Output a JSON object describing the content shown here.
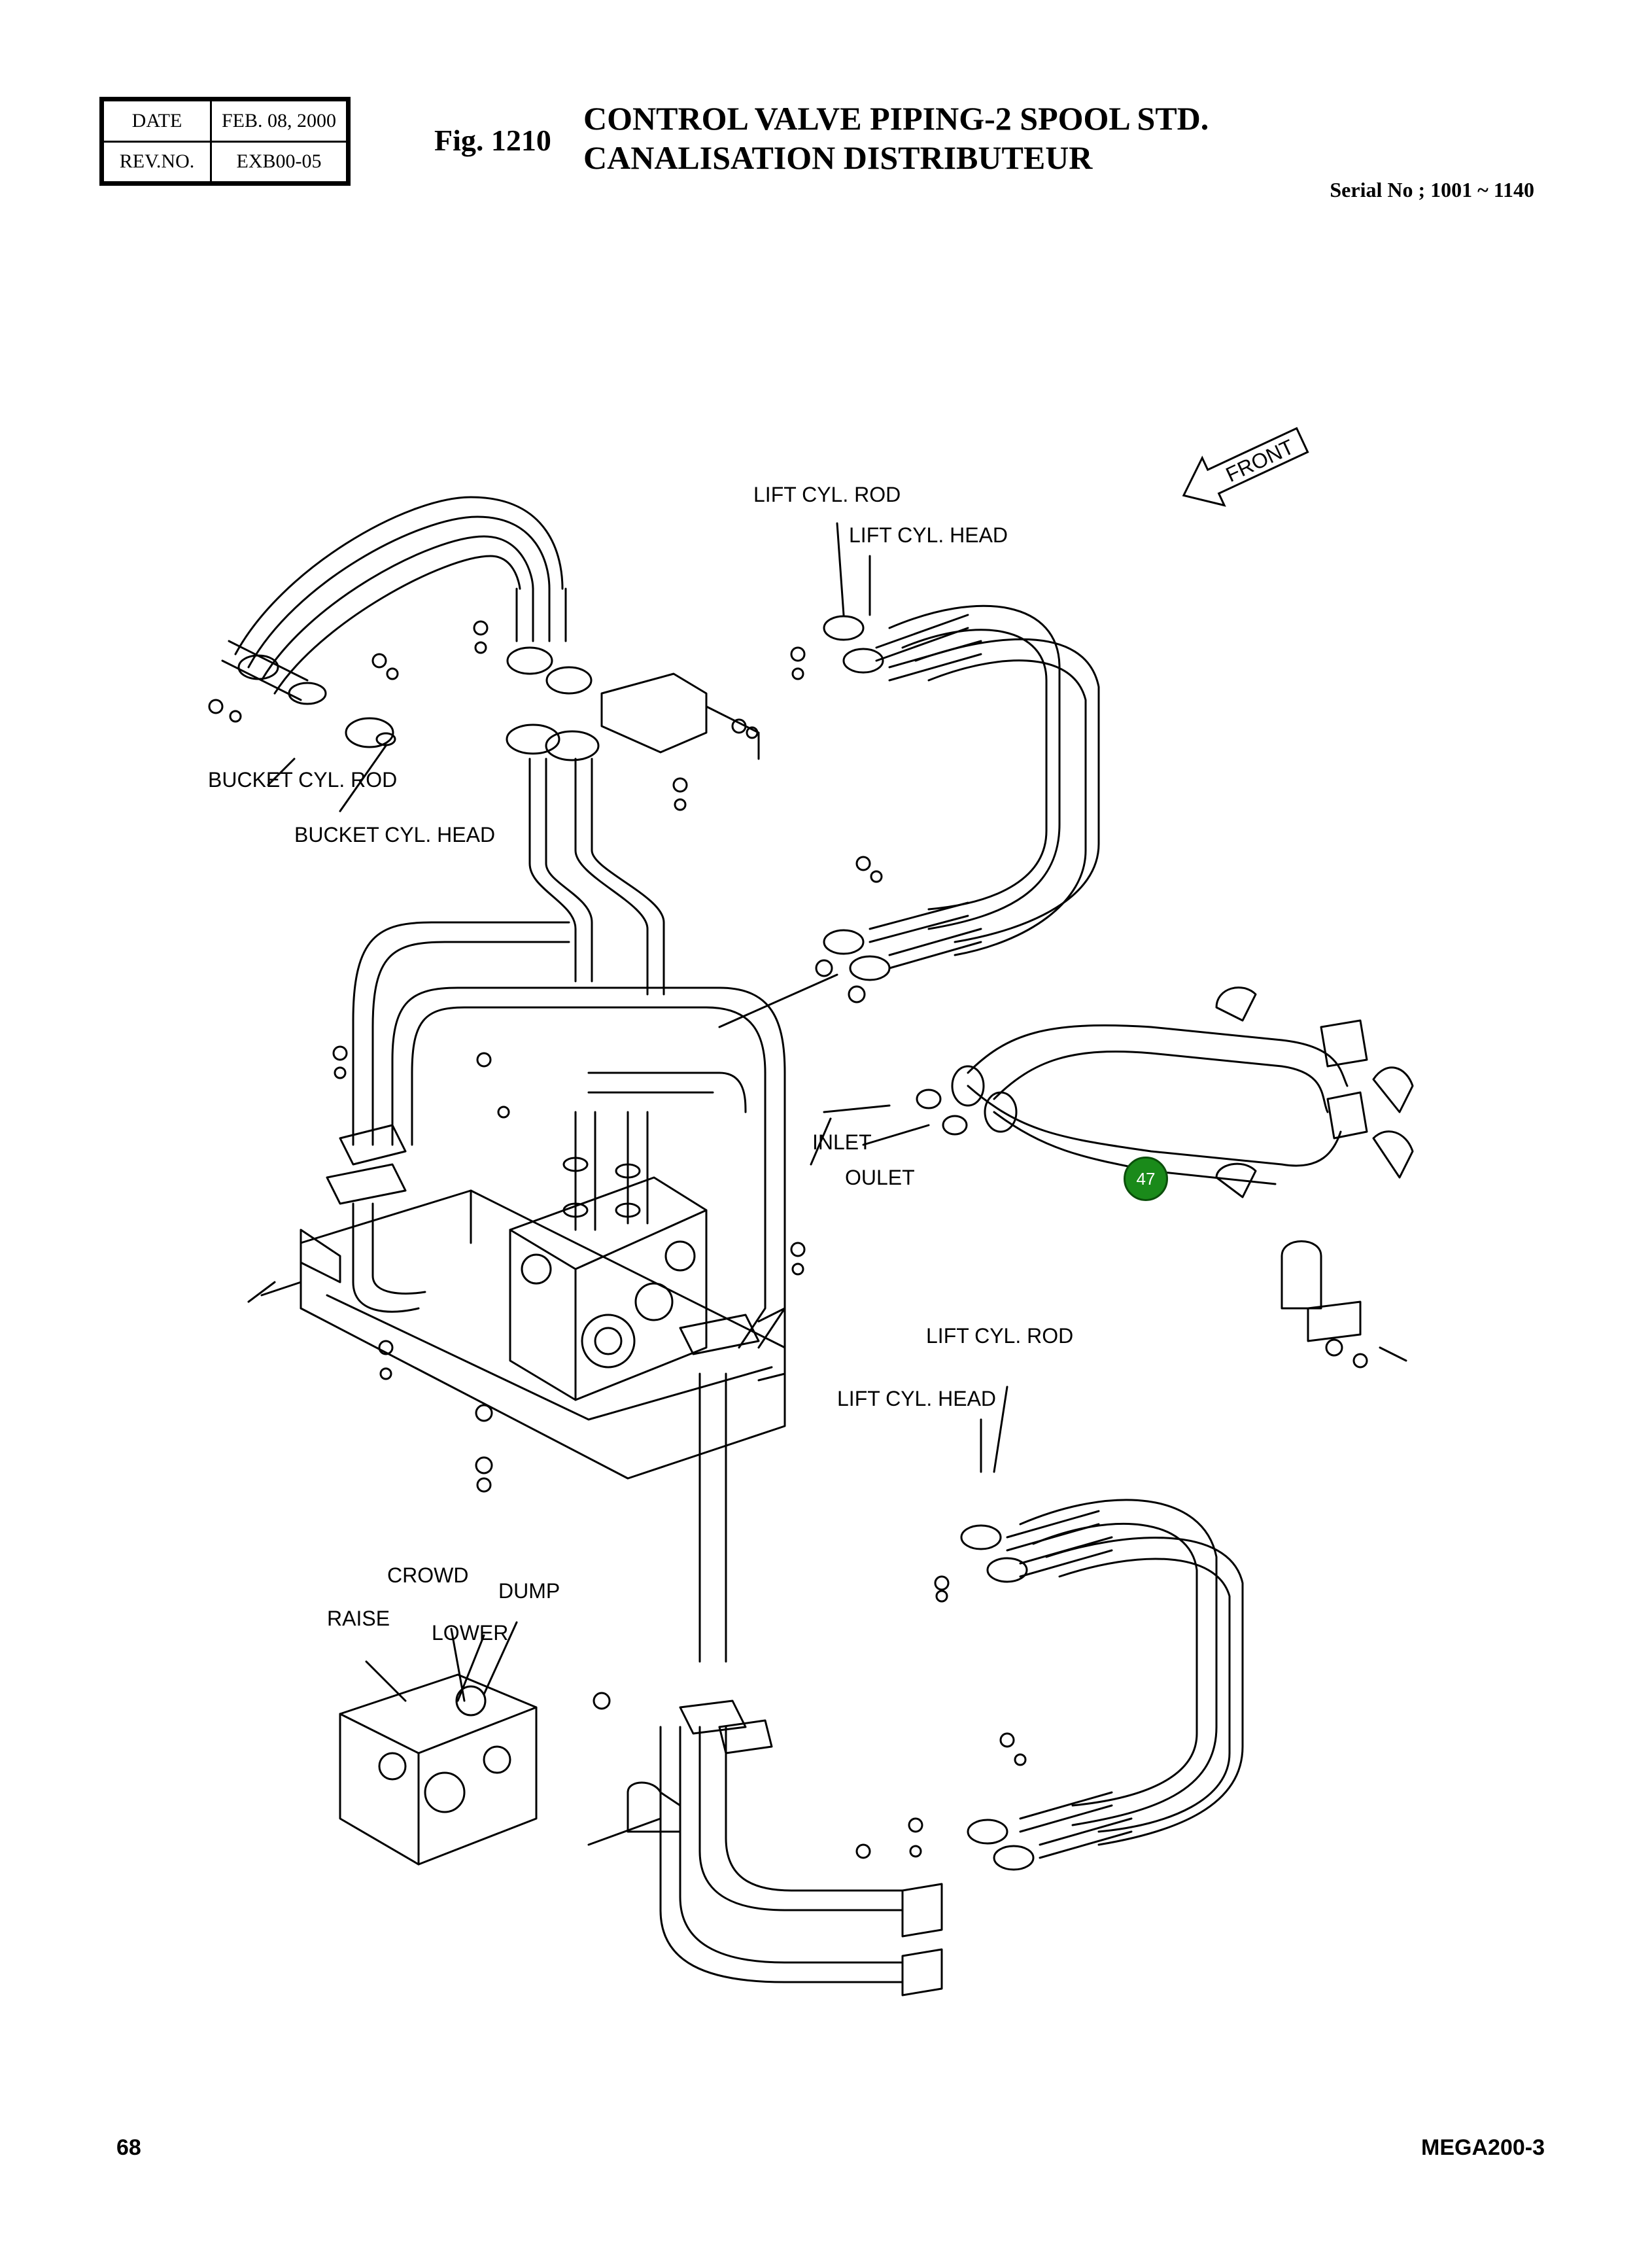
{
  "header": {
    "date_label": "DATE",
    "date_value": "FEB. 08, 2000",
    "rev_label": "REV.NO.",
    "rev_value": "EXB00-05",
    "fig_number": "Fig. 1210",
    "title_en": "CONTROL VALVE PIPING-2 SPOOL STD.",
    "title_fr": "CANALISATION DISTRIBUTEUR",
    "serial": "Serial No ; 1001 ~ 1140"
  },
  "front_arrow": {
    "text": "FRONT"
  },
  "labels": {
    "lift_cyl_rod_top": "LIFT CYL. ROD",
    "lift_cyl_head_top": "LIFT CYL. HEAD",
    "bucket_cyl_rod": "BUCKET CYL. ROD",
    "bucket_cyl_head": "BUCKET CYL. HEAD",
    "inlet": "INLET",
    "oulet": "OULET",
    "lift_cyl_rod_bottom": "LIFT CYL. ROD",
    "lift_cyl_head_bottom": "LIFT CYL. HEAD",
    "crowd": "CROWD",
    "dump": "DUMP",
    "raise": "RAISE",
    "lower": "LOWER"
  },
  "callouts": [
    {
      "number": "47",
      "color": "#1a8a1a"
    }
  ],
  "footer": {
    "page_number": "68",
    "model": "MEGA200-3"
  }
}
